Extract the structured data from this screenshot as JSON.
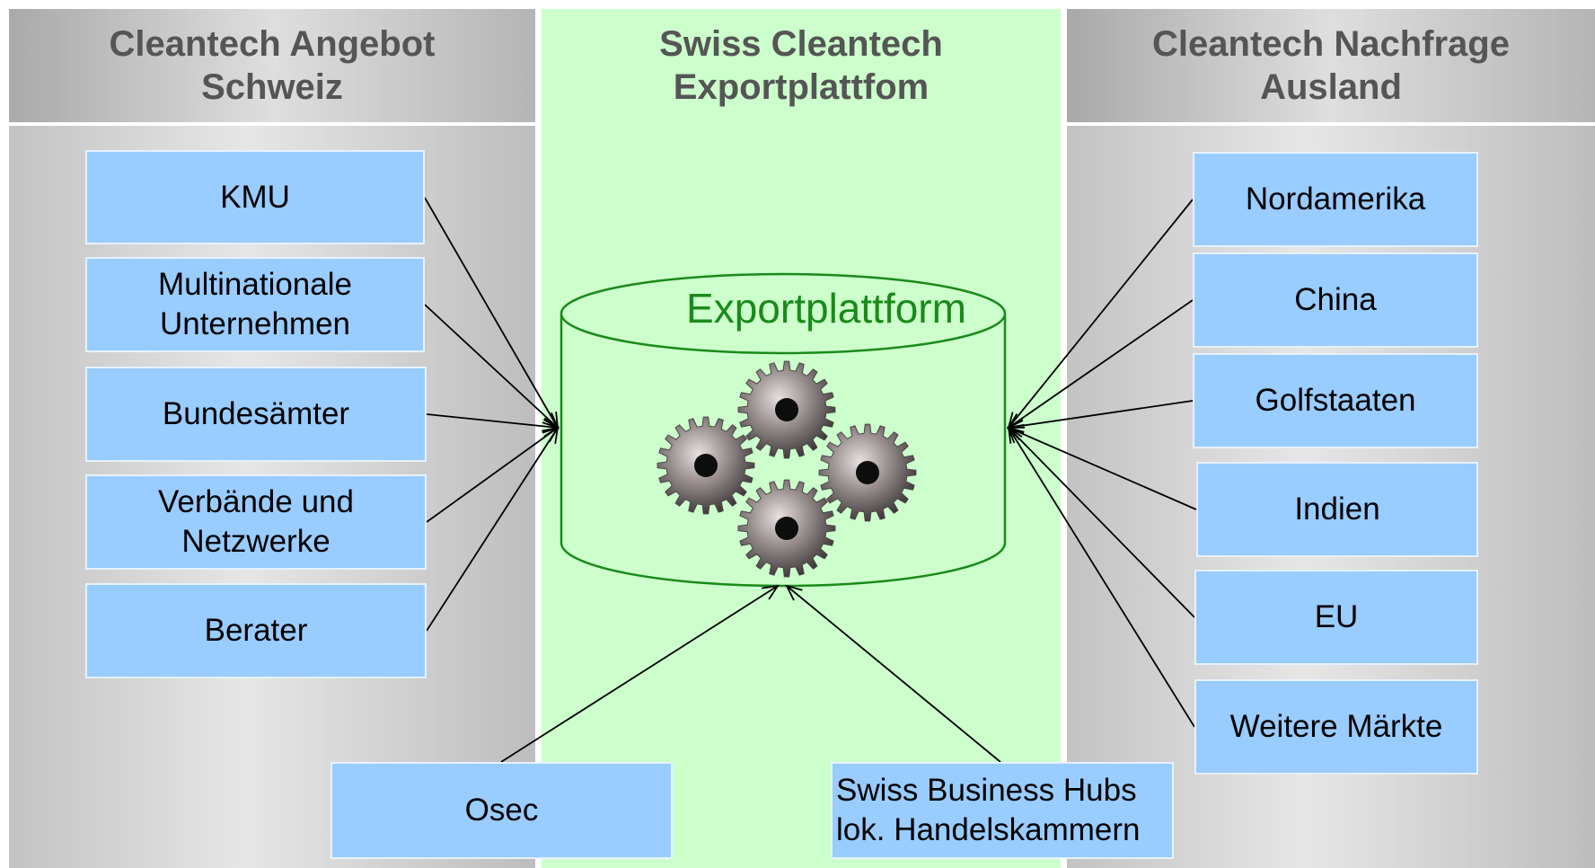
{
  "columns": {
    "left": {
      "title": "Cleantech Angebot\nSchweiz"
    },
    "center": {
      "title": "Swiss Cleantech\nExportplattfom"
    },
    "right": {
      "title": "Cleantech Nachfrage\nAusland"
    }
  },
  "platform": {
    "label": "Exportplattform",
    "icon": "gears-icon"
  },
  "supply": [
    {
      "id": "kmu",
      "label": "KMU"
    },
    {
      "id": "multinationale",
      "label": "Multinationale\nUnternehmen"
    },
    {
      "id": "bundesaemter",
      "label": "Bundesämter"
    },
    {
      "id": "verbaende",
      "label": "Verbände und\nNetzwerke"
    },
    {
      "id": "berater",
      "label": "Berater"
    }
  ],
  "demand": [
    {
      "id": "nordamerika",
      "label": "Nordamerika"
    },
    {
      "id": "china",
      "label": "China"
    },
    {
      "id": "golfstaaten",
      "label": "Golfstaaten"
    },
    {
      "id": "indien",
      "label": "Indien"
    },
    {
      "id": "eu",
      "label": "EU"
    },
    {
      "id": "weitere",
      "label": "Weitere Märkte"
    }
  ],
  "support": [
    {
      "id": "osec",
      "label": "Osec"
    },
    {
      "id": "hubs",
      "label": "Swiss Business Hubs\nlok. Handelskammern"
    }
  ],
  "colors": {
    "box_fill": "#99ccff",
    "center_fill": "#ccffcc",
    "platform_text": "#1a8a1a",
    "header_text": "#555555"
  }
}
